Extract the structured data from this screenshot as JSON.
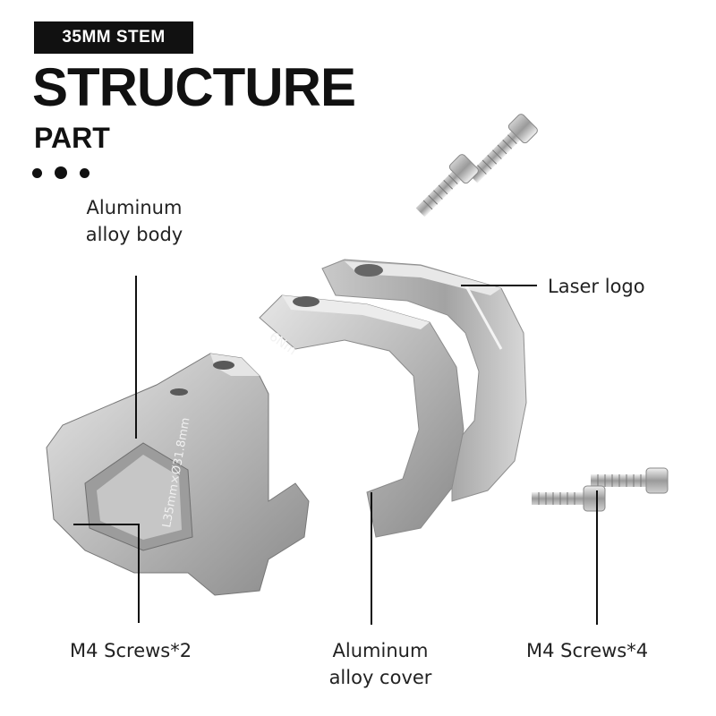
{
  "header": {
    "badge": "35MM STEM",
    "title": "STRUCTURE",
    "subtitle": "PART"
  },
  "labels": {
    "body_line1": "Aluminum",
    "body_line2": "alloy body",
    "laser_logo": "Laser logo",
    "screws_left": "M4 Screws*2",
    "cover_line1": "Aluminum",
    "cover_line2": "alloy cover",
    "screws_right": "M4 Screws*4"
  },
  "engravings": {
    "torque": "6Nm",
    "size": "L35mm×Ø31.8mm"
  },
  "colors": {
    "metal_light": "#d9d9d9",
    "metal_mid": "#b3b3b3",
    "metal_dark": "#7e7e7e",
    "leader_line": "#111111"
  }
}
